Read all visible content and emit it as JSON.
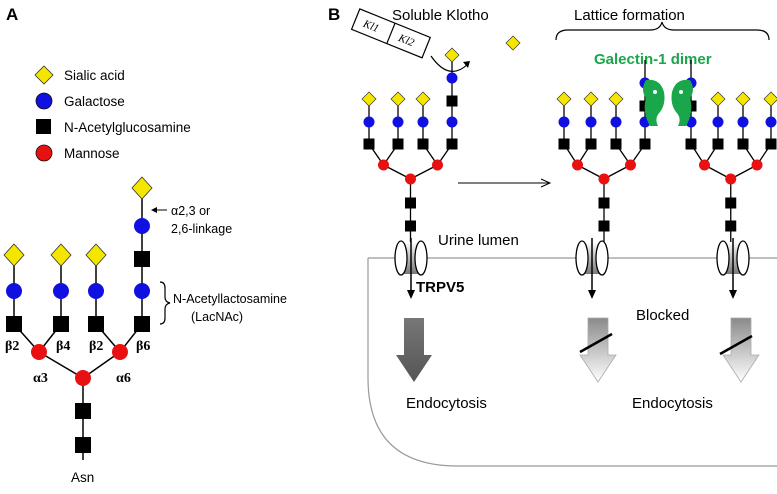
{
  "panel_a": {
    "label": "A",
    "legend": [
      {
        "shape": "diamond",
        "color": "#f5e600",
        "text": "Sialic acid"
      },
      {
        "shape": "circle",
        "color": "#1010e0",
        "text": "Galactose"
      },
      {
        "shape": "square",
        "color": "#000000",
        "text": "N-Acetylglucosamine"
      },
      {
        "shape": "circle",
        "color": "#e81010",
        "text": "Mannose"
      }
    ],
    "linkage_line1": "α2,3 or",
    "linkage_line2": "2,6-linkage",
    "lacnac_line1": "N-Acetyllactosamine",
    "lacnac_line2": "(LacNAc)",
    "branch_b1": "β2",
    "branch_b2": "β4",
    "branch_b3": "β2",
    "branch_b4": "β6",
    "alpha3": "α3",
    "alpha6": "α6",
    "asn": "Asn"
  },
  "panel_b": {
    "label": "B",
    "kl1": "Kl1",
    "kl2": "Kl2",
    "soluble_klotho": "Soluble Klotho",
    "lattice_formation": "Lattice formation",
    "galectin": "Galectin-1 dimer",
    "urine_lumen": "Urine lumen",
    "trpv5": "TRPV5",
    "blocked": "Blocked",
    "endocytosis_left": "Endocytosis",
    "endocytosis_right": "Endocytosis"
  },
  "colors": {
    "sialic": "#f5e600",
    "galactose": "#1010e0",
    "glcnac": "#000000",
    "mannose": "#e81010",
    "galectin": "#1aa64a"
  }
}
